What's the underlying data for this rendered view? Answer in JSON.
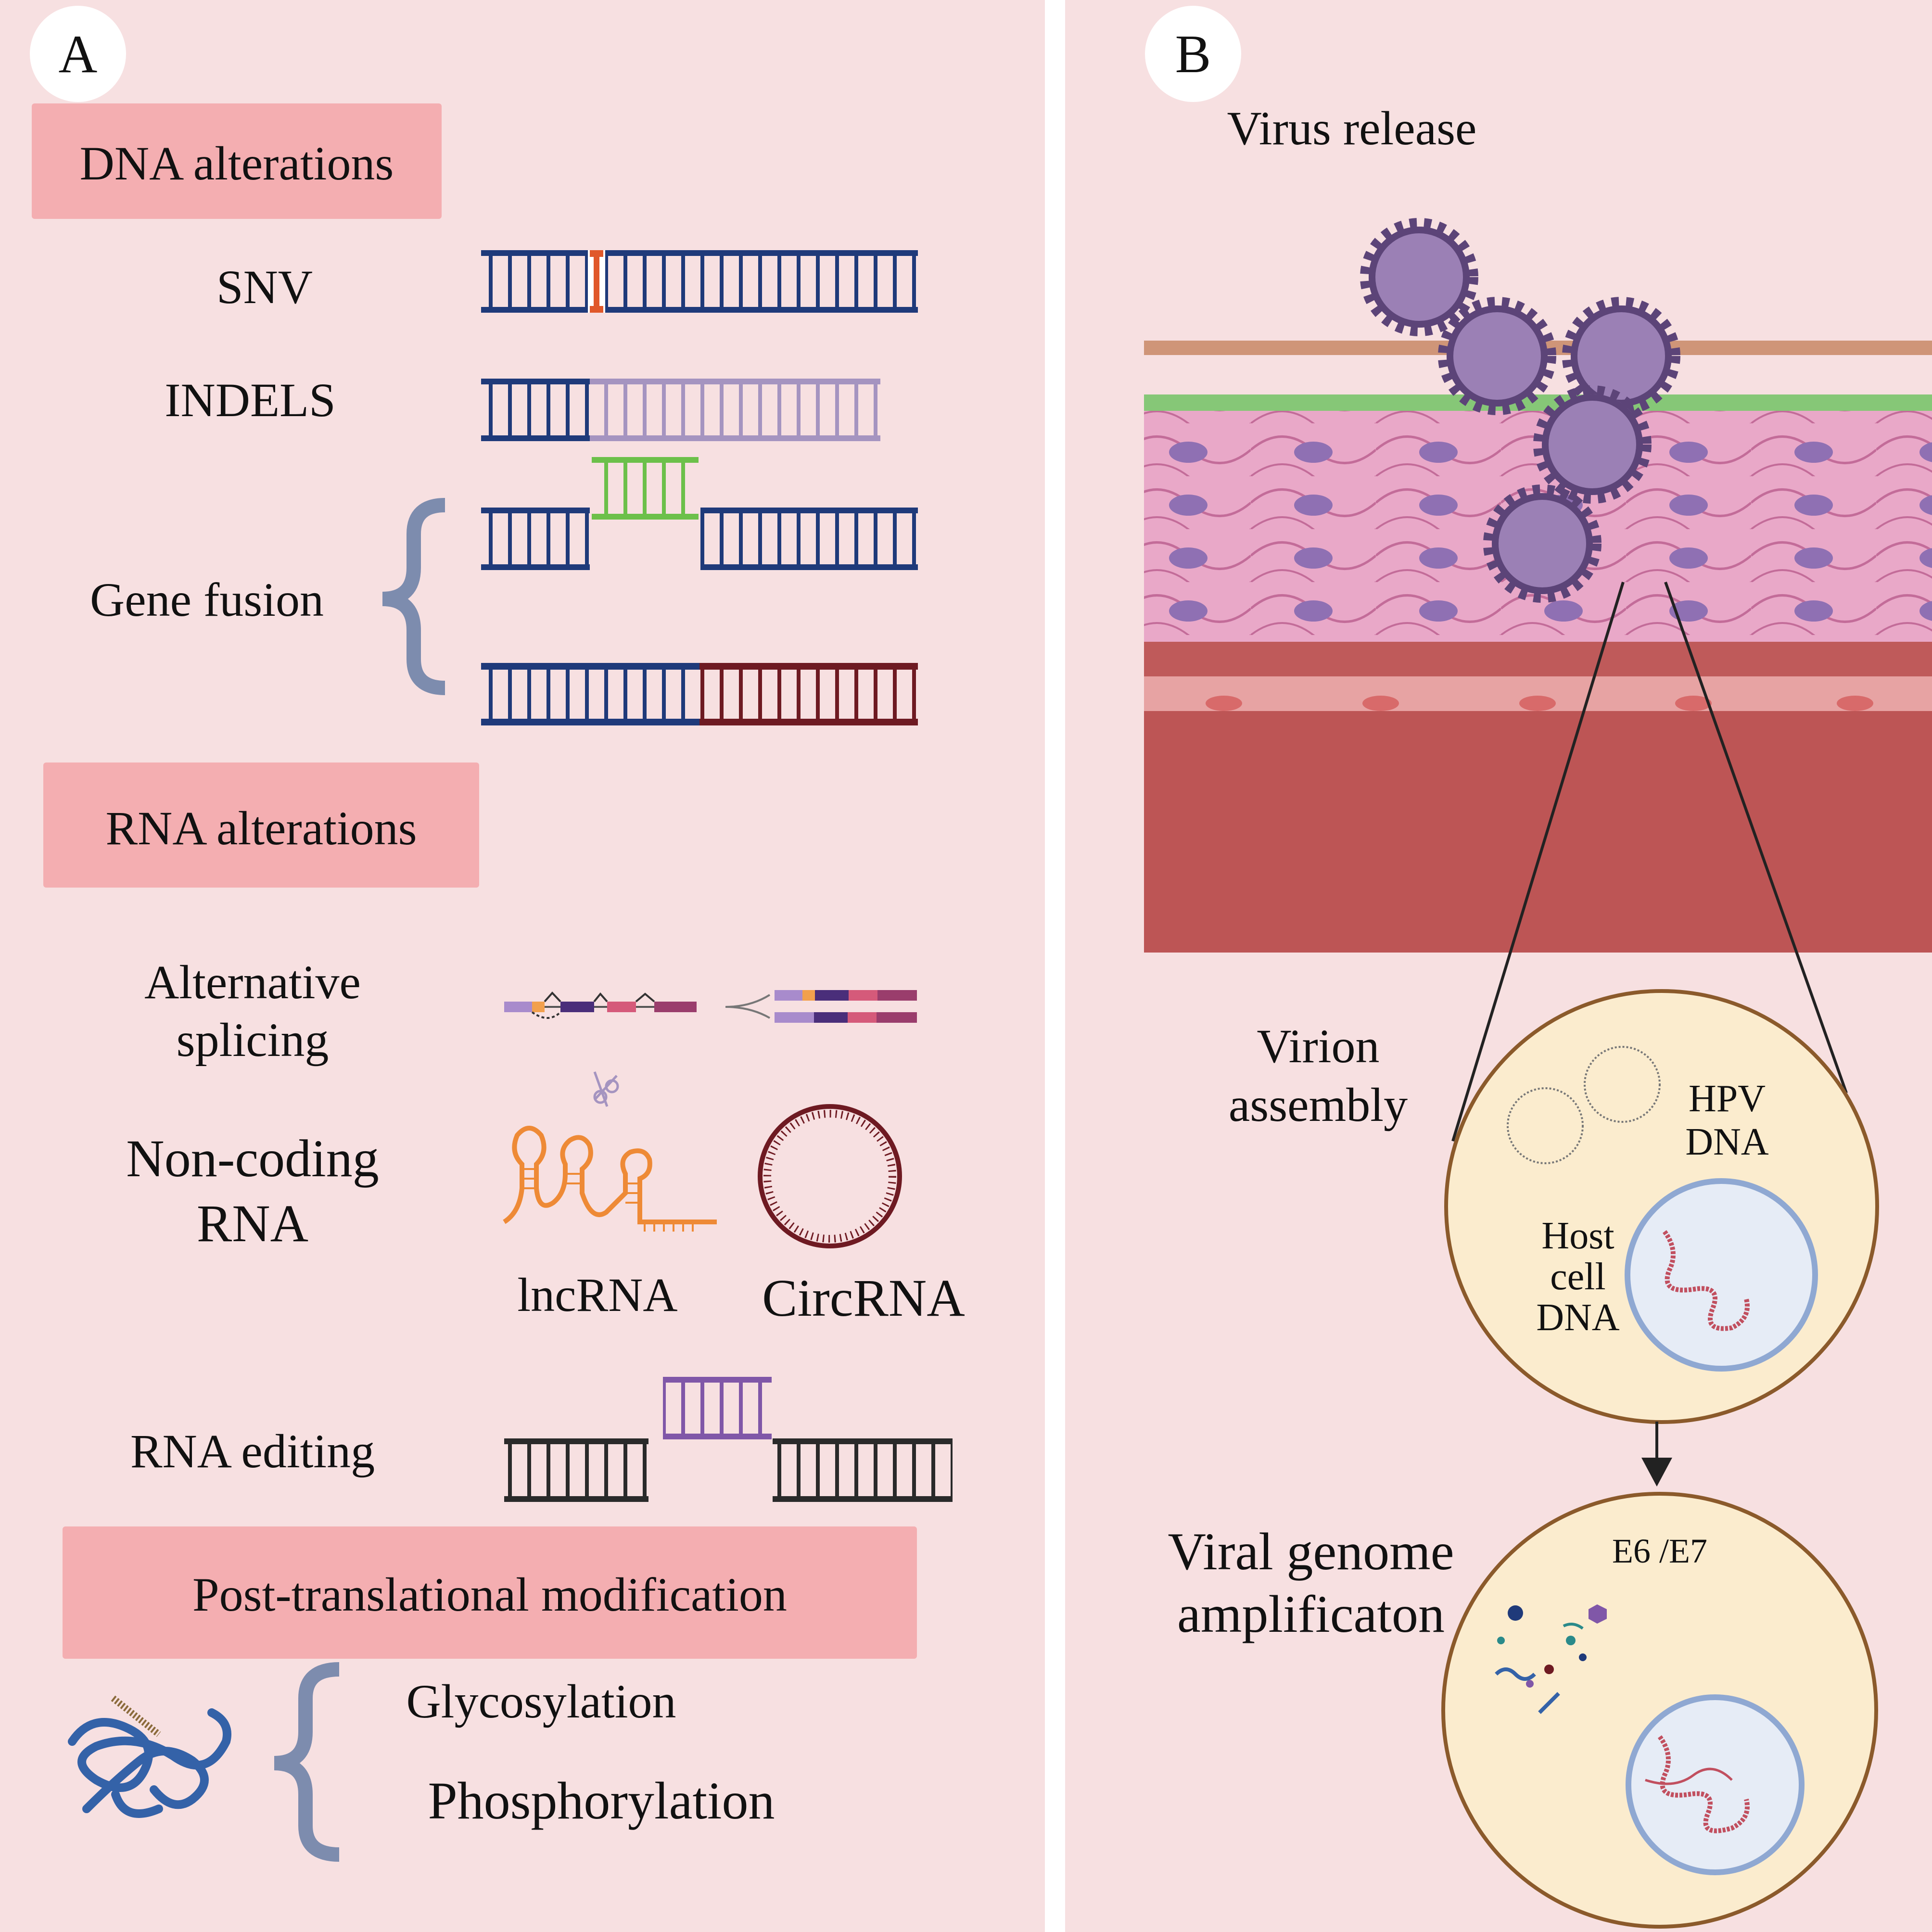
{
  "panel_a": {
    "panel_label": "A",
    "dna_header": "DNA alterations",
    "snv_label": "SNV",
    "indels_label": "INDELS",
    "gene_fusion_label": "Gene fusion",
    "rna_header": "RNA alterations",
    "alt_splicing_line1": "Alternative",
    "alt_splicing_line2": "splicing",
    "noncoding_line1": "Non-coding",
    "noncoding_line2": "RNA",
    "lncrna_label": "lncRNA",
    "circrna_label": "CircRNA",
    "rna_editing_label": "RNA editing",
    "ptm_header": "Post-translational modification",
    "glycosylation_label": "Glycosylation",
    "phosphorylation_label": "Phosphorylation"
  },
  "panel_b": {
    "panel_label": "B",
    "virus_release_label": "Virus release",
    "virion_line1": "Virion",
    "virion_line2": "assembly",
    "hpv_line1": "HPV",
    "hpv_line2": "DNA",
    "host_line1": "Host",
    "host_line2": "cell",
    "host_line3": "DNA",
    "amp_line1": "Viral genome",
    "amp_line2": "amplificaton",
    "e6e7_label": "E6 /E7"
  },
  "colors": {
    "panel_bg": "#f7e0e1",
    "header_box": "#f4aeb1",
    "dna_blue": "#1f3a7a",
    "dna_light": "#a594c0",
    "snv_orange": "#e0582a",
    "fusion_green": "#6cc04a",
    "fusion_maroon": "#6e1a22",
    "brace": "#7d8cae",
    "lnc_orange": "#ee8a36",
    "virus": "#9b80b5",
    "virus_dark": "#5c4478",
    "tissue_pink": "#e9a8c8",
    "stroma_red": "#bd5555",
    "cell_yellow": "#fbecce",
    "nucleus": "#e6ecf6",
    "nucleus_edge": "#8fa8d2"
  }
}
